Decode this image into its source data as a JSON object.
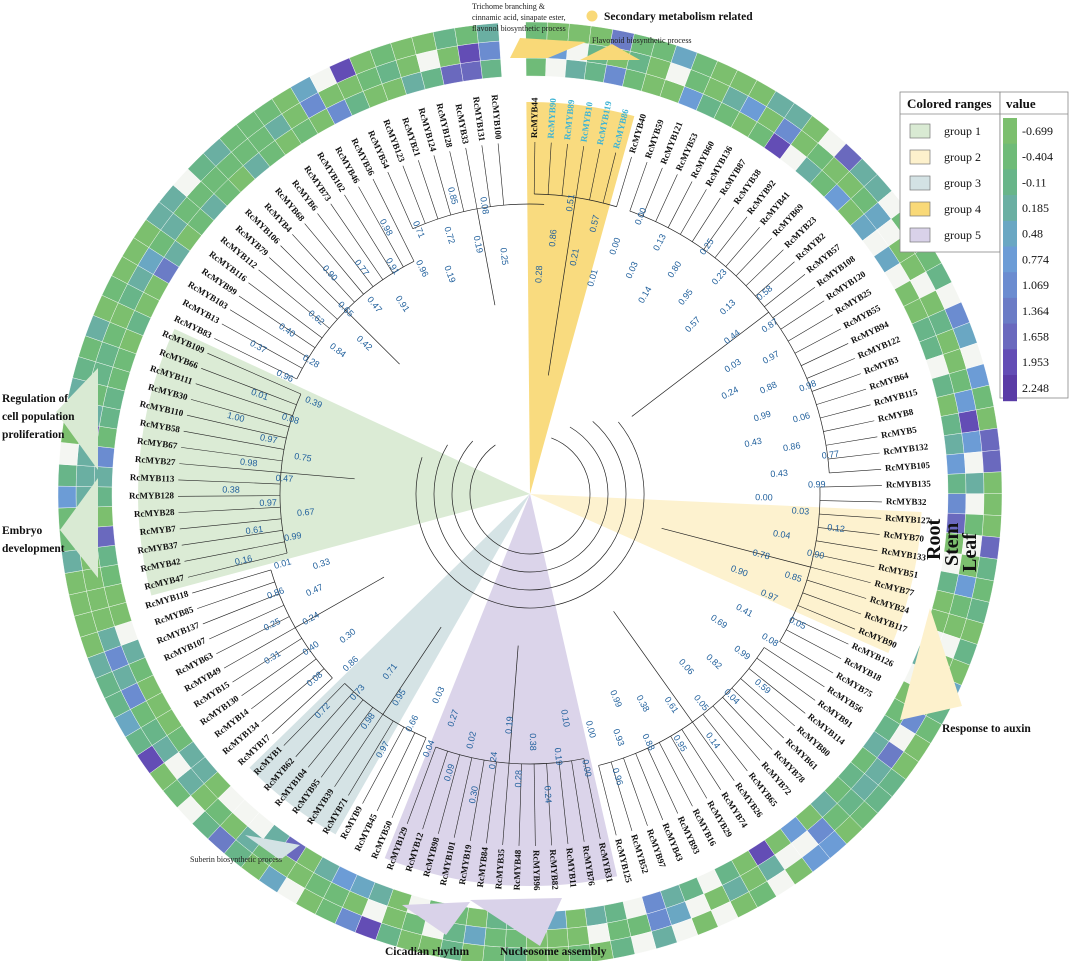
{
  "legend_groups": {
    "title": "Colored ranges",
    "items": [
      {
        "label": "group 1",
        "color": "#d9ead3"
      },
      {
        "label": "group 2",
        "color": "#fdf1cc"
      },
      {
        "label": "group 3",
        "color": "#d3e2e4"
      },
      {
        "label": "group 4",
        "color": "#f9d978"
      },
      {
        "label": "group 5",
        "color": "#d9d2e9"
      }
    ]
  },
  "legend_scale": {
    "title": "value",
    "ticks": [
      "-0.699",
      "-0.404",
      "-0.11",
      "0.185",
      "0.48",
      "0.774",
      "1.069",
      "1.364",
      "1.658",
      "1.953",
      "2.248"
    ]
  },
  "heat_colors": [
    "#7cbf6e",
    "#6fbb78",
    "#68b589",
    "#6aafa2",
    "#6aa7c3",
    "#6c9cd6",
    "#6b8cd0",
    "#6b7cc6",
    "#6a69be",
    "#634db5",
    "#5a3ca6",
    "#f4f6f2"
  ],
  "tissue_labels": {
    "root": "Root",
    "stem": "Stem",
    "leaf": "Leaf"
  },
  "annotations": {
    "secondary_metabolism": "Secondary metabolism related",
    "trichome_line1": "Trichome branching &",
    "trichome_line2": "cinnamic acid, sinapate ester,",
    "trichome_line3": "flavonol biosynthetic process",
    "flavonoid": "Flavonoid biosynthetic process",
    "regulation_line1": "Regulation of",
    "regulation_line2": "cell population",
    "regulation_line3": "proliferation",
    "embryo_line1": "Embryo",
    "embryo_line2": "development",
    "auxin": "Response to auxin",
    "suberin": "Suberin biosynthetic process",
    "circadian": "Cicadian rhythm",
    "nucleosome": "Nucleosome assembly"
  },
  "leaves": [
    "RcMYB44",
    "RcMYB90",
    "RcMYB89",
    "RcMYB10",
    "RcMYB119",
    "RcMYB86",
    "RcMYB40",
    "RcMYB59",
    "RcMYB121",
    "RcMYB53",
    "RcMYB60",
    "RcMYB136",
    "RcMYB87",
    "RcMYB38",
    "RcMYB92",
    "RcMYB41",
    "RcMYB69",
    "RcMYB23",
    "RcMYB2",
    "RcMYB57",
    "RcMYB108",
    "RcMYB120",
    "RcMYB25",
    "RcMYB55",
    "RcMYB94",
    "RcMYB122",
    "RcMYB3",
    "RcMYB64",
    "RcMYB115",
    "RcMYB8",
    "RcMYB5",
    "RcMYB132",
    "RcMYB105",
    "RcMYB135",
    "RcMYB32",
    "RcMYB127",
    "RcMYB70",
    "RcMYB133",
    "RcMYB51",
    "RcMYB77",
    "RcMYB24",
    "RcMYB117",
    "RcMYB90",
    "RcMYB126",
    "RcMYB18",
    "RcMYB75",
    "RcMYB56",
    "RcMYB91",
    "RcMYB114",
    "RcMYB80",
    "RcMYB61",
    "RcMYB78",
    "RcMYB72",
    "RcMYB65",
    "RcMYB26",
    "RcMYB74",
    "RcMYB29",
    "RcMYB16",
    "RcMYB93",
    "RcMYB43",
    "RcMYB97",
    "RcMYB52",
    "RcMYB125",
    "RcMYB31",
    "RcMYB76",
    "RcMYB11",
    "RcMYB82",
    "RcMYB96",
    "RcMYB48",
    "RcMYB35",
    "RcMYB84",
    "RcMYB19",
    "RcMYB101",
    "RcMYB98",
    "RcMYB12",
    "RcMYB129",
    "RcMYB50",
    "RcMYB45",
    "RcMYB9",
    "RcMYB71",
    "RcMYB39",
    "RcMYB95",
    "RcMYB104",
    "RcMYB62",
    "RcMYB1",
    "RcMYB17",
    "RcMYB134",
    "RcMYB14",
    "RcMYB130",
    "RcMYB15",
    "RcMYB49",
    "RcMYB63",
    "RcMYB107",
    "RcMYB137",
    "RcMYB85",
    "RcMYB118",
    "RcMYB47",
    "RcMYB42",
    "RcMYB37",
    "RcMYB7",
    "RcMYB28",
    "RcMYB128",
    "RcMYB113",
    "RcMYB27",
    "RcMYB67",
    "RcMYB58",
    "RcMYB110",
    "RcMYB30",
    "RcMYB111",
    "RcMYB66",
    "RcMYB109",
    "RcMYB83",
    "RcMYB13",
    "RcMYB103",
    "RcMYB99",
    "RcMYB116",
    "RcMYB112",
    "RcMYB79",
    "RcMYB106",
    "RcMYB4",
    "RcMYB68",
    "RcMYB6",
    "RcMYB73",
    "RcMYB102",
    "RcMYB46",
    "RcMYB36",
    "RcMYB54",
    "RcMYB123",
    "RcMYB21",
    "RcMYB124",
    "RcMYB128",
    "RcMYB33",
    "RcMYB131",
    "RcMYB100"
  ],
  "highlight_leaves": [
    1,
    2,
    3,
    4,
    5
  ],
  "bootstrap": [
    "0.28",
    "0.86",
    "0.51",
    "0.21",
    "0.57",
    "0.01",
    "0.00",
    "0.00",
    "0.03",
    "0.13",
    "0.14",
    "0.80",
    "0.25",
    "0.95",
    "0.23",
    "0.57",
    "0.13",
    "0.58",
    "0.44",
    "0.87",
    "0.03",
    "0.97",
    "0.24",
    "0.88",
    "0.98",
    "0.99",
    "0.06",
    "0.43",
    "0.86",
    "0.77",
    "0.43",
    "0.99",
    "0.00",
    "0.03",
    "0.12",
    "0.04",
    "0.90",
    "0.78",
    "0.85",
    "0.90",
    "0.97",
    "0.05",
    "0.41",
    "0.08",
    "0.69",
    "0.99",
    "0.59",
    "0.82",
    "0.04",
    "0.06",
    "0.05",
    "0.14",
    "0.61",
    "0.95",
    "0.38",
    "0.88",
    "0.99",
    "0.93",
    "0.96",
    "0.00",
    "0.00",
    "0.10",
    "0.19",
    "0.24",
    "0.38",
    "0.28",
    "0.19",
    "0.24",
    "0.30",
    "0.02",
    "0.09",
    "0.27",
    "0.04",
    "0.03",
    "0.66",
    "0.97",
    "0.95",
    "0.98",
    "0.71",
    "0.73",
    "0.72",
    "0.86",
    "0.08",
    "0.30",
    "0.40",
    "0.31",
    "0.24",
    "0.25",
    "0.47",
    "0.86",
    "0.33",
    "0.01",
    "0.16",
    "0.99",
    "0.61",
    "0.67",
    "0.97",
    "0.38",
    "0.47",
    "0.98",
    "0.75",
    "0.97",
    "1.00",
    "0.08",
    "0.01",
    "0.39",
    "0.96",
    "0.37",
    "0.28",
    "0.40",
    "0.84",
    "0.62",
    "0.42",
    "0.65",
    "0.90",
    "0.47",
    "0.77",
    "0.91",
    "0.91",
    "0.98",
    "0.96",
    "0.71",
    "0.19",
    "0.72",
    "0.85",
    "0.19",
    "0.08",
    "0.25"
  ]
}
